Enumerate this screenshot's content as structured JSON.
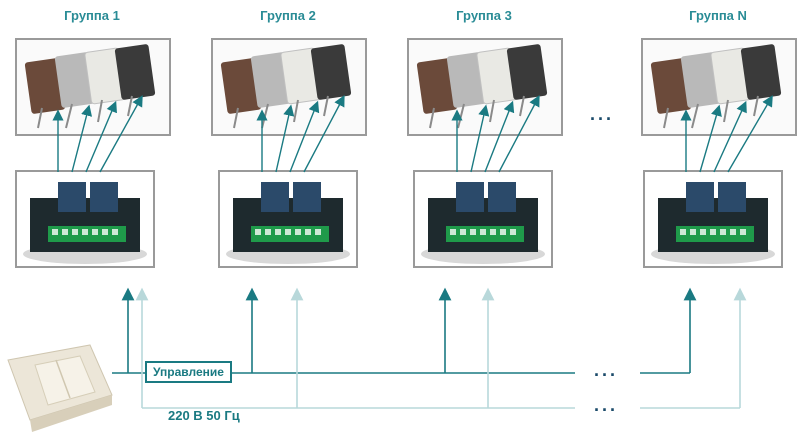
{
  "groups": [
    {
      "title": "Группа 1"
    },
    {
      "title": "Группа 2"
    },
    {
      "title": "Группа 3"
    },
    {
      "title": "Группа N"
    }
  ],
  "labels": {
    "control": "Управление",
    "power": "220 В 50 Гц",
    "ellipsis": "..."
  },
  "colors": {
    "control_line": "#1a7a82",
    "power_line": "#b8d8da",
    "title": "#2a8c96",
    "frame": "#9a9a9a"
  },
  "icons": {
    "drives": "motor-drive-set-icon",
    "relay": "relay-module-icon",
    "switch": "wall-switch-icon"
  }
}
